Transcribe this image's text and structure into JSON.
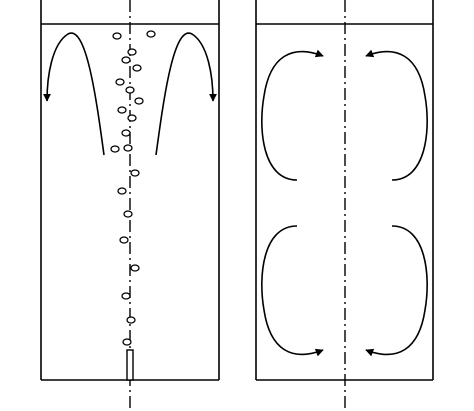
{
  "figure": {
    "panels": [
      {
        "id": "left",
        "description_type": "bubble-plume",
        "flow_direction_top": "downward-outward",
        "bubble_count": 20
      },
      {
        "id": "right",
        "description_type": "four-cell-circulation",
        "cells": [
          "upper-left",
          "upper-right",
          "lower-left",
          "lower-right"
        ]
      }
    ],
    "colors": {
      "stroke": "#000000",
      "background": "#ffffff"
    }
  }
}
